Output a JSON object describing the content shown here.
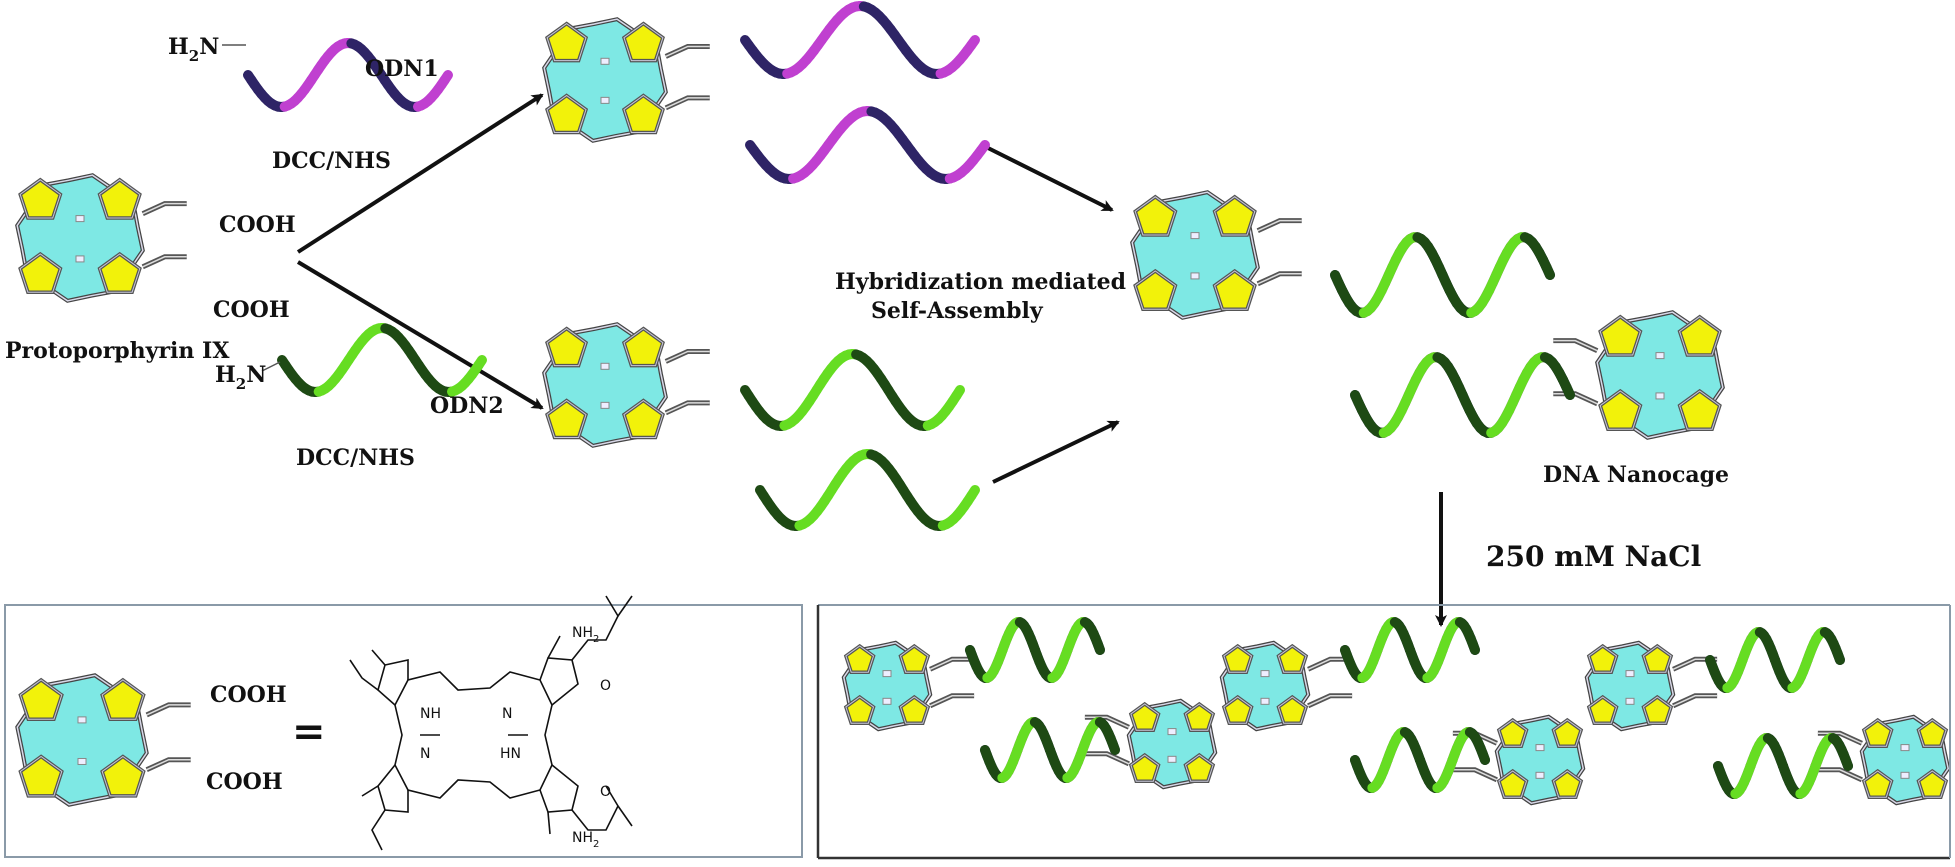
{
  "labels": {
    "h2n_1_main": "H",
    "h2n_1_sub": "2",
    "h2n_1_tail": "N",
    "odn1": "ODN1",
    "dcc_nhs_1": "DCC/NHS",
    "cooh_1": "COOH",
    "cooh_2": "COOH",
    "protoporphyrin": "Protoporphyrin IX",
    "h2n_2_main": "H",
    "h2n_2_sub": "2",
    "h2n_2_tail": "N",
    "odn2": "ODN2",
    "dcc_nhs_2": "DCC/NHS",
    "hybridization_line1": "Hybridization mediated",
    "hybridization_line2": "Self-Assembly",
    "dna_nanocage": "DNA Nanocage",
    "nacl": "250 mM NaCl",
    "legend_cooh_1": "COOH",
    "legend_cooh_2": "COOH",
    "equals": "="
  },
  "structure": {
    "nh2_top_main": "NH",
    "nh2_top_sub": "2",
    "o_top": "O",
    "nh_left": "NH",
    "n_right": "N",
    "n_left": "N",
    "hn_right": "HN",
    "o_bottom": "O",
    "nh2_bottom_main": "NH",
    "nh2_bottom_sub": "2"
  },
  "colors": {
    "porphyrin_core": "#7ee8e4",
    "pyrrole": "#f2f20a",
    "odn1_dark": "#2e2466",
    "odn1_light": "#c040d0",
    "odn2_dark": "#1e4a14",
    "odn2_light": "#66dd22"
  }
}
